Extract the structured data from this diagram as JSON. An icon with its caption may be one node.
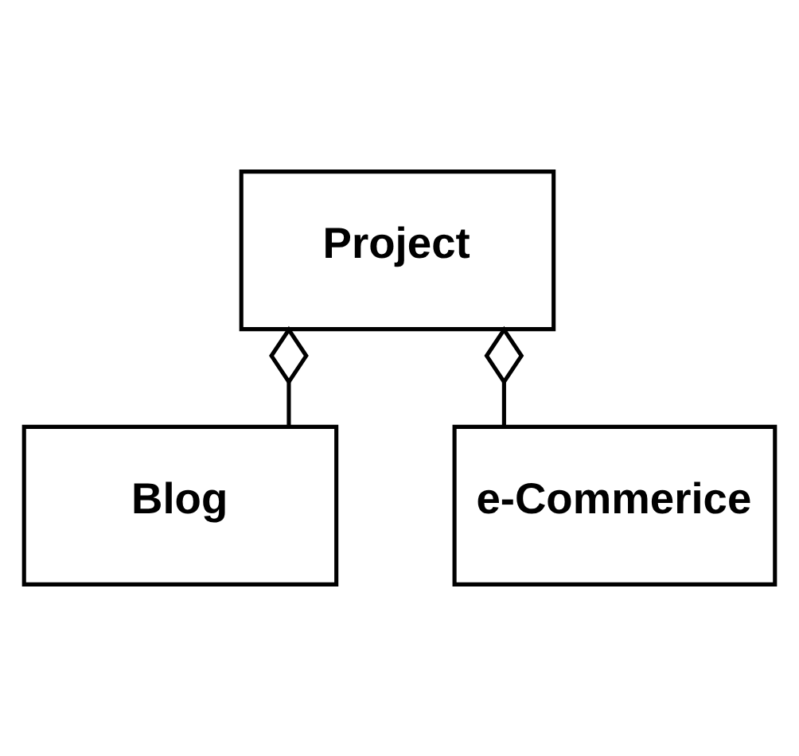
{
  "diagram": {
    "nodes": [
      {
        "text": [
          "Project"
        ]
      },
      {
        "text": [
          "Blog"
        ]
      },
      {
        "text": [
          "e-Commerice"
        ]
      }
    ],
    "edges": [
      {
        "from": 0,
        "to": 1,
        "arrow": "other"
      },
      {
        "from": 0,
        "to": 2,
        "arrow": "other"
      }
    ]
  }
}
